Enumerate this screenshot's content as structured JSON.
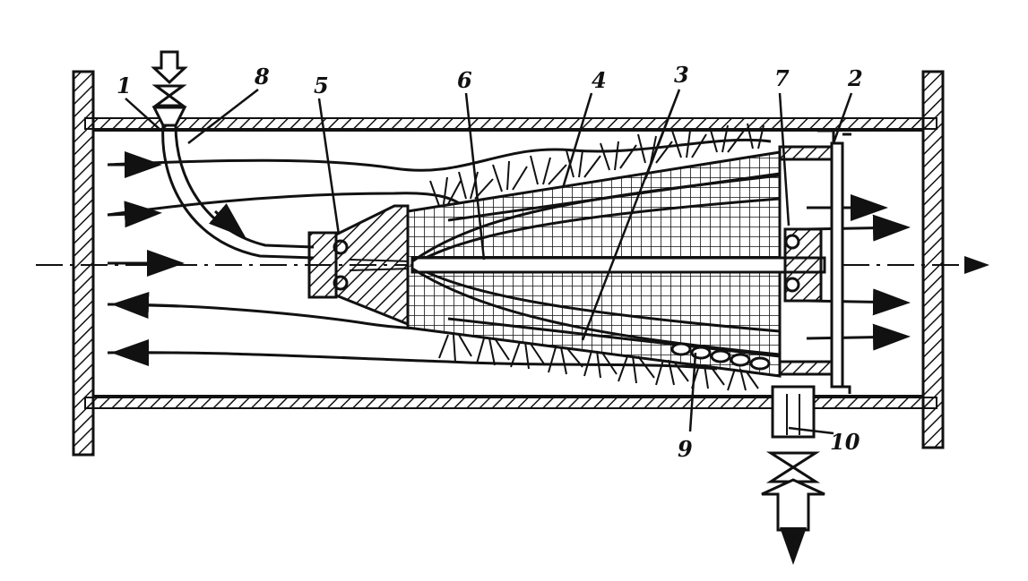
{
  "diagram": {
    "labels": {
      "l1": "1",
      "l2": "2",
      "l3": "3",
      "l4": "4",
      "l5": "5",
      "l6": "6",
      "l7": "7",
      "l8": "8",
      "l9": "9",
      "l10": "10"
    },
    "colors": {
      "ink": "#111111",
      "background": "#ffffff"
    }
  }
}
